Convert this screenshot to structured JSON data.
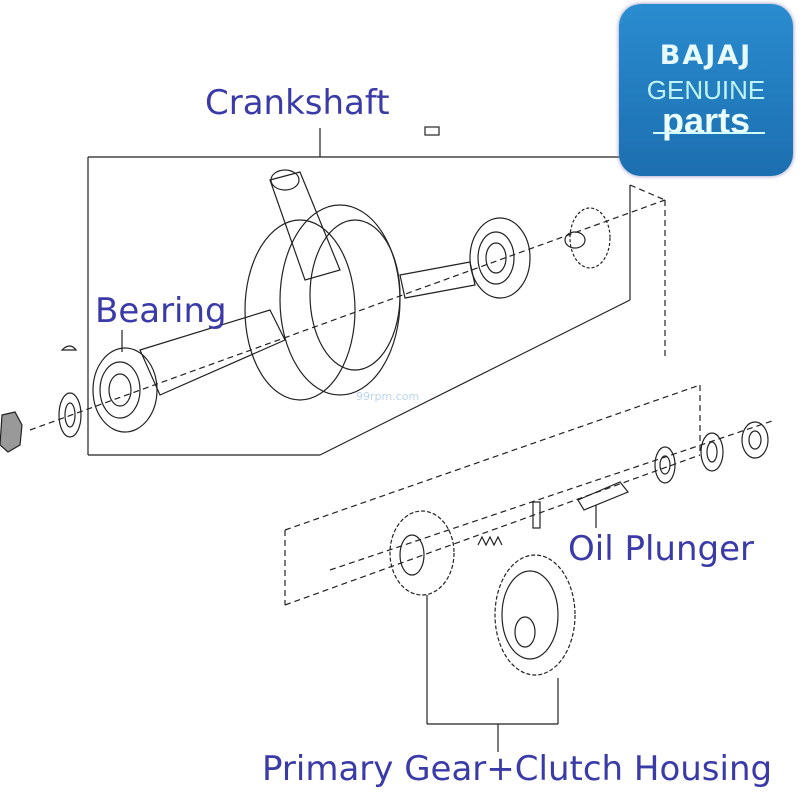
{
  "labels": {
    "crankshaft": "Crankshaft",
    "bearing": "Bearing",
    "oil_plunger": "Oil Plunger",
    "primary_gear_clutch": "Primary Gear+Clutch Housing"
  },
  "logo": {
    "line1": "BAJAJ",
    "line2": "GENUINE",
    "line3": "parts"
  },
  "watermark": "99rpm.com",
  "colors": {
    "label": "#3a3aa8",
    "logo_bg": "#1f7bbf",
    "logo_text": "#bff4f6"
  }
}
